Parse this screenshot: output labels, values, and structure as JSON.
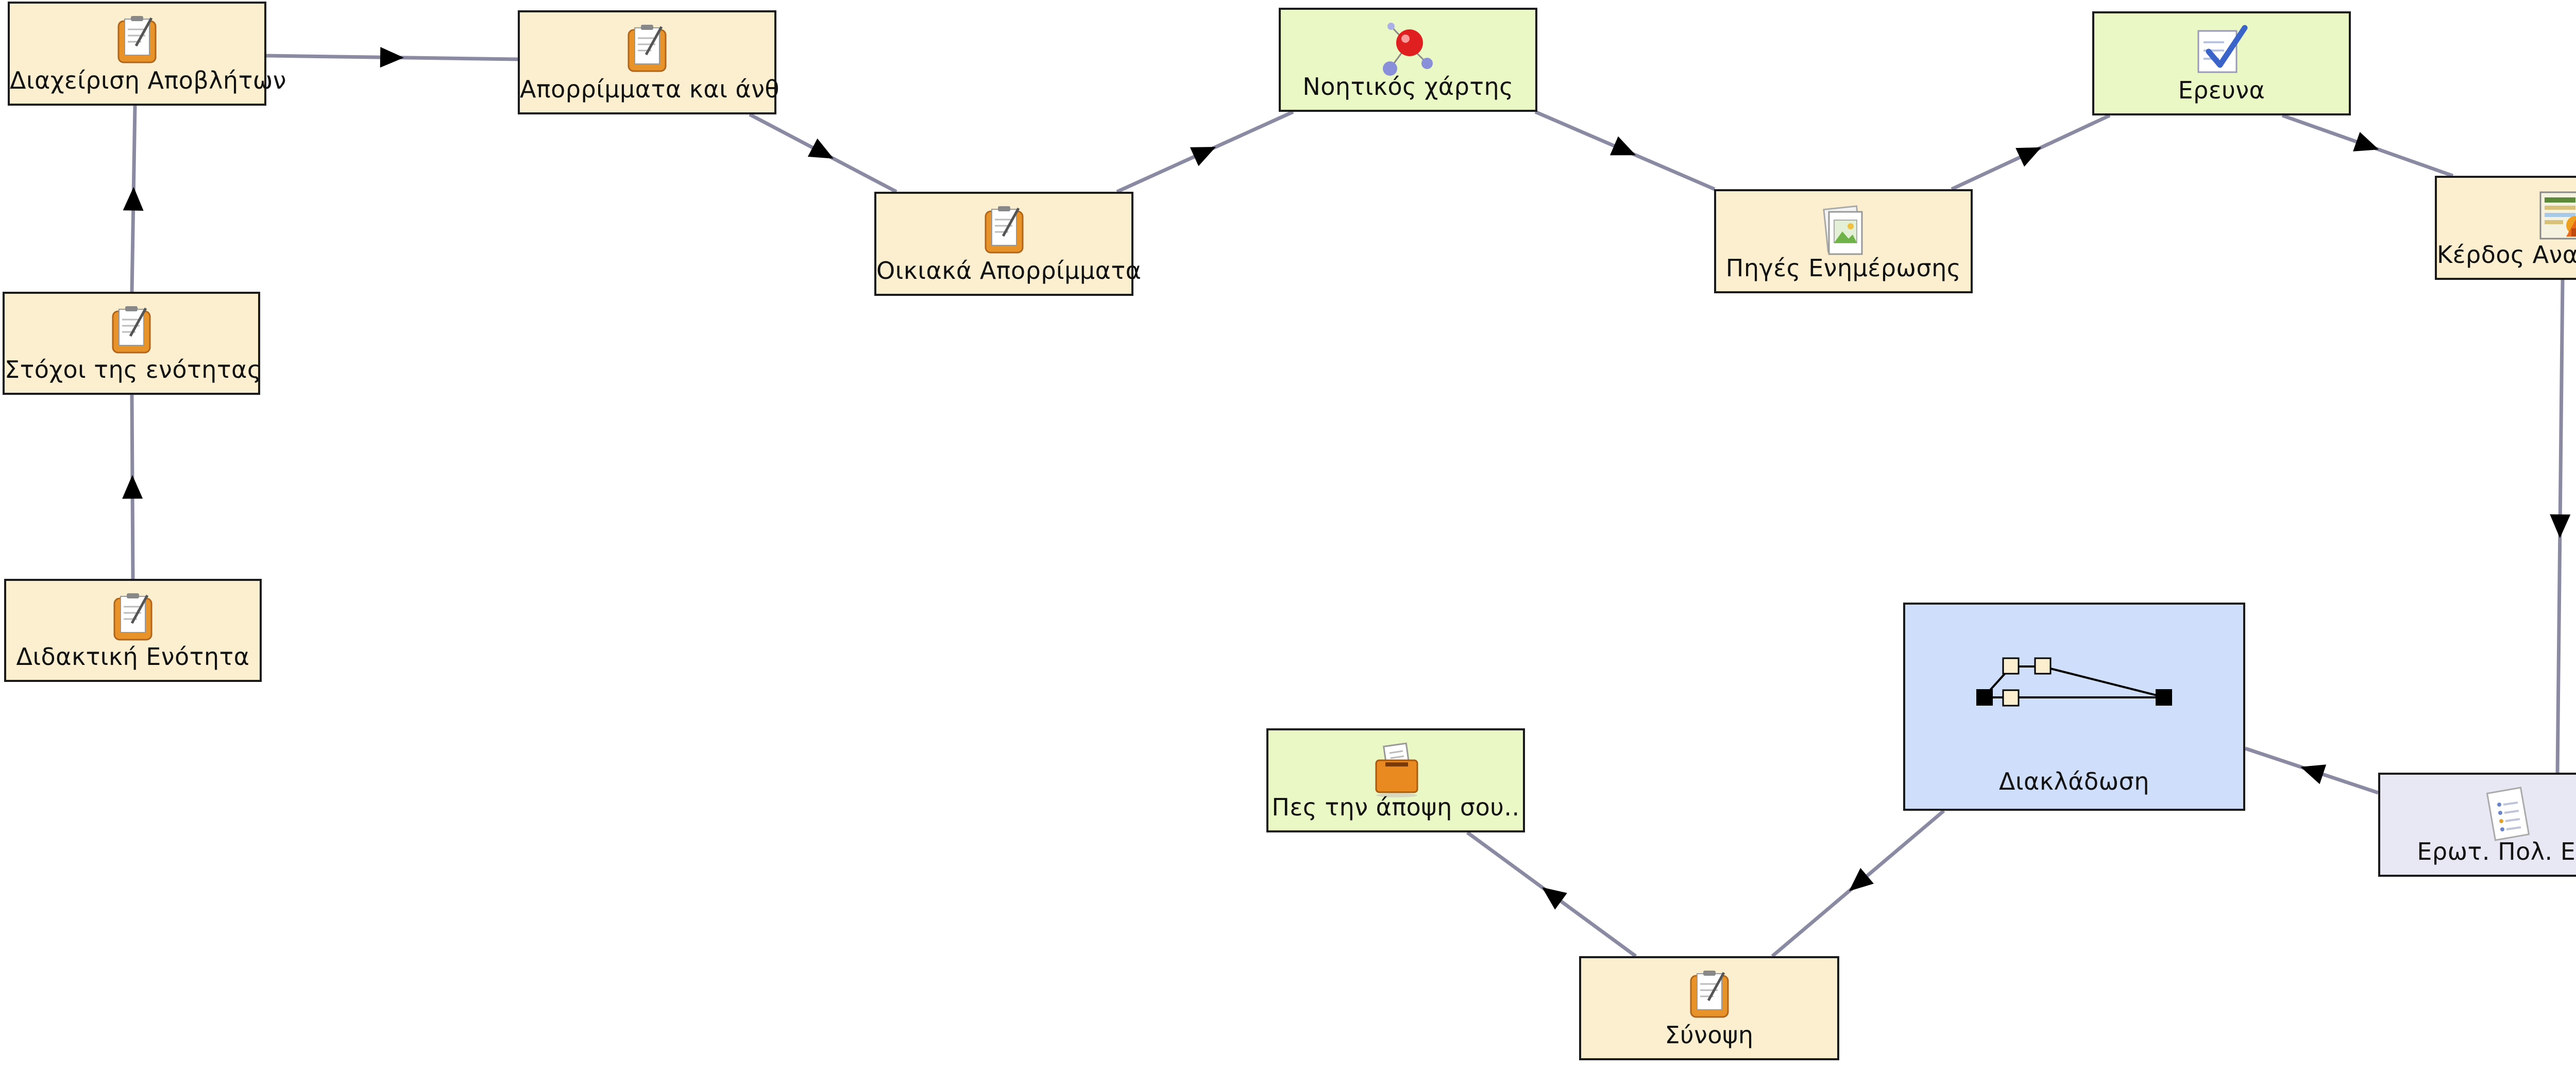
{
  "colors": {
    "note_fill": "#fcefd0",
    "green_fill": "#e9f8c4",
    "blue_fill": "#cfdffb",
    "lavender_fill": "#e8e8f5",
    "edge": "#8b8aa3",
    "arrow": "#000000"
  },
  "nodes": [
    {
      "id": "didaktiki",
      "label": "Διδακτική Ενότητα",
      "style": "note",
      "icon": "notepad-icon"
    },
    {
      "id": "stoxoi",
      "label": "Στόχοι της ενότητας",
      "style": "note",
      "icon": "notepad-icon"
    },
    {
      "id": "diaxeirisi",
      "label": "Διαχείριση Αποβλήτων",
      "style": "note",
      "icon": "notepad-icon"
    },
    {
      "id": "aporrimmata",
      "label": "Απορρίμματα και άνθ",
      "style": "note",
      "icon": "notepad-icon"
    },
    {
      "id": "oikiaka",
      "label": "Οικιακά Απορρίμματα",
      "style": "note",
      "icon": "notepad-icon"
    },
    {
      "id": "noitikos",
      "label": "Νοητικός χάρτης",
      "style": "green",
      "icon": "molecule-icon"
    },
    {
      "id": "piges",
      "label": "Πηγές Ενημέρωσης",
      "style": "note",
      "icon": "image-file-icon"
    },
    {
      "id": "ereuna",
      "label": "Ερευνα",
      "style": "green",
      "icon": "checklist-icon"
    },
    {
      "id": "kerdos",
      "label": "Κέρδος Ανακύκλωσης",
      "style": "note",
      "icon": "report-icon"
    },
    {
      "id": "erot",
      "label": "Ερωτ. Πολ. Επ.",
      "style": "lav",
      "icon": "quiz-icon"
    },
    {
      "id": "diakladosi",
      "label": "Διακλάδωση",
      "style": "blue",
      "icon": "branch-icon"
    },
    {
      "id": "synopsi",
      "label": "Σύνοψη",
      "style": "note",
      "icon": "notepad-icon"
    },
    {
      "id": "apopsi",
      "label": "Πες την άποψη σου..",
      "style": "green",
      "icon": "ballot-icon"
    }
  ],
  "edges": [
    {
      "from": "didaktiki",
      "to": "stoxoi"
    },
    {
      "from": "stoxoi",
      "to": "diaxeirisi"
    },
    {
      "from": "diaxeirisi",
      "to": "aporrimmata"
    },
    {
      "from": "aporrimmata",
      "to": "oikiaka"
    },
    {
      "from": "oikiaka",
      "to": "noitikos"
    },
    {
      "from": "noitikos",
      "to": "piges"
    },
    {
      "from": "piges",
      "to": "ereuna"
    },
    {
      "from": "ereuna",
      "to": "kerdos"
    },
    {
      "from": "kerdos",
      "to": "erot"
    },
    {
      "from": "erot",
      "to": "diakladosi"
    },
    {
      "from": "diakladosi",
      "to": "synopsi"
    },
    {
      "from": "synopsi",
      "to": "apopsi"
    }
  ]
}
